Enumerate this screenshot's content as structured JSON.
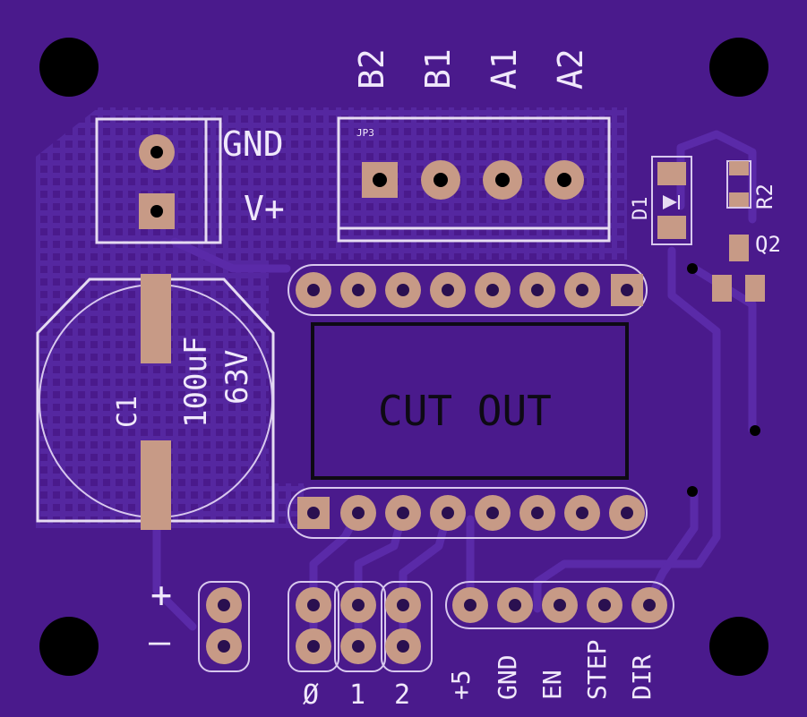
{
  "board": {
    "background": "#4a1a8c",
    "pad_color": "#c79a86",
    "silk_color": "#e6dcf2"
  },
  "power": {
    "gnd_label": "GND",
    "vplus_label": "V+"
  },
  "motor_connector": {
    "ref": "JP3",
    "pins": [
      "B2",
      "B1",
      "A1",
      "A2"
    ]
  },
  "capacitor": {
    "ref": "C1",
    "value": "100uF",
    "voltage": "63V"
  },
  "cutout": {
    "label": "CUT OUT"
  },
  "components": {
    "diode_ref": "D1",
    "resistor_ref": "R2",
    "transistor_ref": "Q2"
  },
  "power_header": {
    "plus": "+",
    "minus": "–"
  },
  "ms_header": {
    "labels": [
      "Ø",
      "1",
      "2"
    ]
  },
  "control_header": {
    "labels": [
      "+5",
      "GND",
      "EN",
      "STEP",
      "DIR"
    ]
  }
}
